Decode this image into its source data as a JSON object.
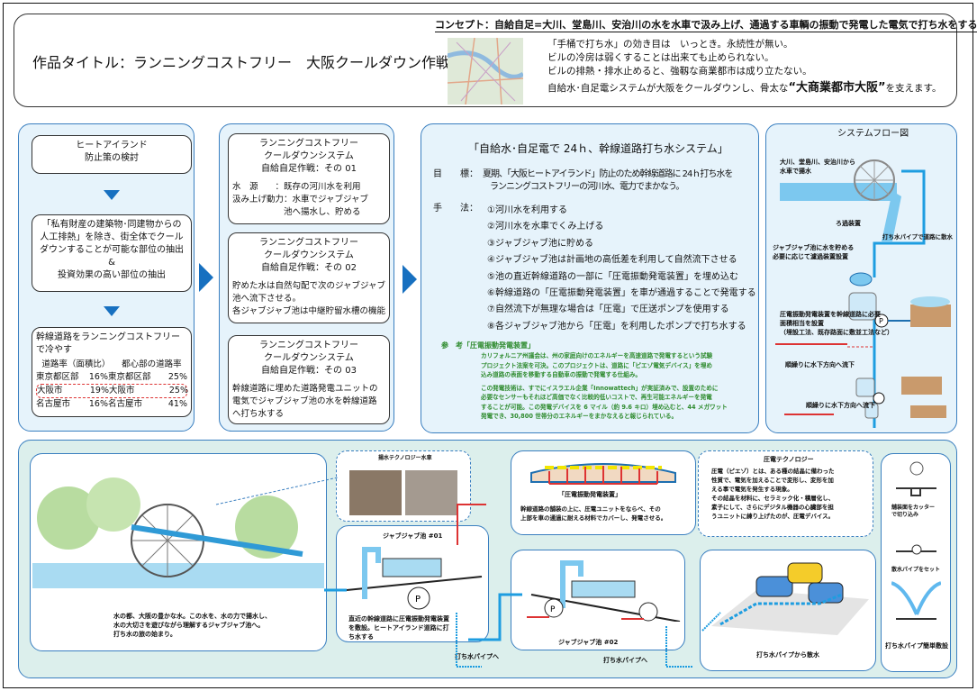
{
  "header": {
    "title": "作品タイトル：ランニングコストフリー　大阪クールダウン作戦",
    "concept": "コンセプト：自給自足=大川、堂島川、安治川の水を水車で汲み上げ、通過する車輌の振動で発電した電気で打ち水をする",
    "lines": [
      "「手桶で打ち水」の効き目は　いっとき。永続性が無い。",
      "ビルの冷房は弱くすることは出来ても止められない。",
      "ビルの排熱・排水止めると、強靱な商業都市は成り立たない。"
    ],
    "last_line_pre": "自給水･自足電システムが大阪をクールダウンし、骨太な",
    "last_line_em": "“大商業都市大阪”",
    "last_line_post": "を支えます。"
  },
  "panel1": {
    "box1": [
      "ヒートアイランド",
      "防止策の検討"
    ],
    "box2": [
      "「私有財産の建築物･同建物からの",
      "人工排熱」を除き、街全体でクール",
      "ダウンすることが可能な部位の抽出",
      "&",
      "投資効果の高い部位の抽出"
    ],
    "box3_title": "幹線道路をランニングコストフリーで冷やす",
    "col1_header": "道路率（面積比）",
    "col2_header": "都心部の道路率",
    "rows": [
      [
        "東京都区部",
        "16%",
        "東京都区部",
        "25%"
      ],
      [
        "大阪市",
        "19%",
        "大阪市",
        "25%"
      ],
      [
        "名古屋市",
        "16%",
        "名古屋市",
        "41%"
      ]
    ]
  },
  "panel2": {
    "boxes": [
      {
        "title": [
          "ランニングコストフリー",
          "クールダウンシステム",
          "自給自足作戦：その 01"
        ],
        "body": [
          "水　源　　：既存の河川水を利用",
          "汲み上げ動力：水車でジャブジャブ",
          "　　　　　　池へ揚水し、貯める"
        ]
      },
      {
        "title": [
          "ランニングコストフリー",
          "クールダウンシステム",
          "自給自足作戦：その 02"
        ],
        "body": [
          "貯めた水は自然勾配で次のジャブジャブ",
          "池へ流下させる。",
          "各ジャブジャブ池は中継貯留水槽の機能"
        ]
      },
      {
        "title": [
          "ランニングコストフリー",
          "クールダウンシステム",
          "自給自足作戦：その 03"
        ],
        "body": [
          "幹線道路に埋めた道路発電ユニットの",
          "電気でジャブジャブ池の水を幹線道路",
          "へ打ち水する"
        ]
      }
    ]
  },
  "panel3": {
    "title": "「自給水･自足電で 24ｈ、幹線道路打ち水システム」",
    "goal_label": "目　　標：",
    "goal": [
      "夏期、「大阪ヒートアイランド」防止のため幹線道路に 24ｈ打ち水を",
      "ランニングコストフリーの河川水、電力でまかなう。"
    ],
    "method_label": "手　　法：",
    "methods": [
      "①河川水を利用する",
      "②河川水を水車でくみ上げる",
      "③ジャブジャブ池に貯める",
      "④ジャブジャブ池は計画地の高低差を利用して自然流下させる",
      "⑤池の直近幹線道路の一部に「圧電振動発電装置」を埋め込む",
      "⑥幹線道路の「圧電振動発電装置」を車が通過することで発電する",
      "⑦自然流下が無理な場合は「圧電」で圧送ポンプを使用する",
      "⑧各ジャブジャブ池から「圧電」を利用したポンプで打ち水する"
    ],
    "ref_title": "参　考「圧電振動発電装置」",
    "ref_p1": [
      "カリフォルニア州議会は、州の家庭向けのエネルギーを高速道路で発電するという試験",
      "プロジェクト法案を可決。このプロジェクトは、道路に「ピエゾ電気デバイス」を埋め",
      "込み道路の表面を移動する自動車の振動で発電する仕組み。"
    ],
    "ref_p2": [
      "この発電技術は、すでにイスラエル企業「Innowattech」が実証済みで、設置のために",
      "必要なセンサーもそれほど高価でなく比較的低いコストで、再生可能エネルギーを発電",
      "することが可能。この発電デバイスを 6 マイル（約 9.6 キロ）埋め込むと、44 メガワット",
      "発電でき、30,800 世帯分のエネルギーをまかなえると報じられている。"
    ]
  },
  "panel4": {
    "title": "システムフロー図",
    "l1": [
      "大川、堂島川、安治川から",
      "水車で揚水"
    ],
    "l2": "ろ過装置",
    "l3": [
      "ジャブジャブ池に水を貯める",
      "必要に応じて濾過装置設置"
    ],
    "l4": "打ち水パイプで道路に散水",
    "l5": [
      "圧電振動発電装置を幹線道路に必要",
      "面積相当を設置",
      "（埋設工法、既存路面に敷並工法など）"
    ],
    "l6": "順繰りに水下方向へ流下",
    "l7": "順繰りに水下方向へ流下",
    "pump": "P"
  },
  "bottom": {
    "scene_caption": [
      "水の都、大阪の豊かな水。この水を、水の力で揚水し、",
      "水の大切さを遊びながら理解するジャブジャブ池へ。",
      "打ち水の旅の始まり。"
    ],
    "watermill_title": "揚水テクノロジー水車",
    "pool1_title": "ジャブジャブ池 #01",
    "pool1_caption": [
      "直近の幹線道路に圧電振動発電装置",
      "を敷設。ヒートアイランド道路に打",
      "ち水する"
    ],
    "pipe_label_1": "打ち水パイプへ",
    "pipe_label_2": "打ち水パイプへ",
    "piezo_label": "「圧電振動発電装置」",
    "piezo_caption": [
      "幹線道路の舗装の上に、圧電ユニットをならべ、その",
      "上部を車の通過に耐える材料でカバーし、発電させる。"
    ],
    "tech_title": "圧電テクノロジー",
    "tech_body": [
      "圧電（ピエゾ）とは、ある種の結晶に備わった",
      "性質で、電気を加えることで変形し、変形を加",
      "える事で電気を発生する現象。",
      "その結晶を材料に、セラミック化・積層化し、",
      "素子にして、さらにデジタル機器の心臓部を担",
      "うユニットに練り上げたのが、圧電デバイス。"
    ],
    "pool2_title": "ジャブジャブ池 #02",
    "spray_caption": "打ち水パイプから散水",
    "steps": [
      [
        "舗装面をカッター",
        "で切り込み"
      ],
      [
        "散水パイプをセット"
      ]
    ],
    "steps_caption": "打ち水パイプ簡単敷設",
    "pump": "P"
  }
}
